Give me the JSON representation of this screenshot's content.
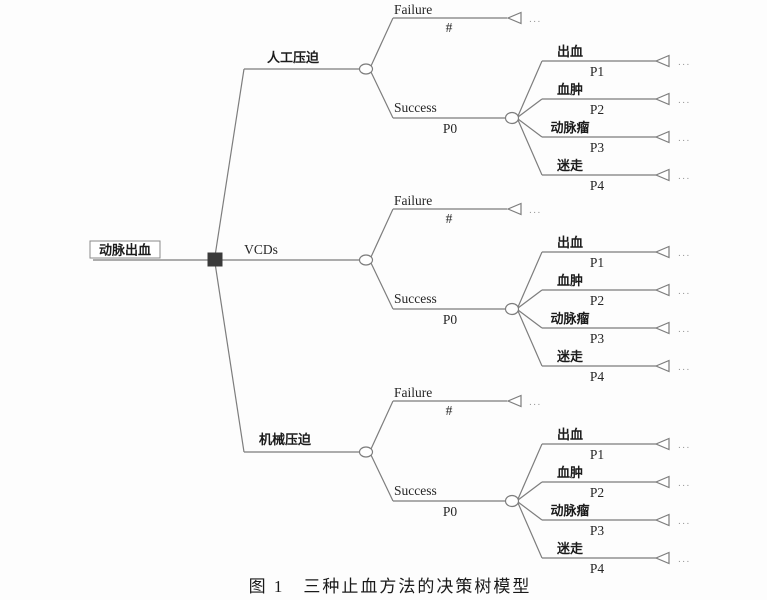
{
  "caption": "图 1　三种止血方法的决策树模型",
  "ellipsis": "...",
  "root": {
    "label": "动脉出血"
  },
  "branches": [
    {
      "label": "人工压迫",
      "failure": {
        "label": "Failure",
        "prob": "#"
      },
      "success": {
        "label": "Success",
        "prob": "P0"
      },
      "outcomes": [
        {
          "label": "出血",
          "prob": "P1"
        },
        {
          "label": "血肿",
          "prob": "P2"
        },
        {
          "label": "动脉瘤",
          "prob": "P3"
        },
        {
          "label": "迷走",
          "prob": "P4"
        }
      ]
    },
    {
      "label": "VCDs",
      "failure": {
        "label": "Failure",
        "prob": "#"
      },
      "success": {
        "label": "Success",
        "prob": "P0"
      },
      "outcomes": [
        {
          "label": "出血",
          "prob": "P1"
        },
        {
          "label": "血肿",
          "prob": "P2"
        },
        {
          "label": "动脉瘤",
          "prob": "P3"
        },
        {
          "label": "迷走",
          "prob": "P4"
        }
      ]
    },
    {
      "label": "机械压迫",
      "failure": {
        "label": "Failure",
        "prob": "#"
      },
      "success": {
        "label": "Success",
        "prob": "P0"
      },
      "outcomes": [
        {
          "label": "出血",
          "prob": "P1"
        },
        {
          "label": "血肿",
          "prob": "P2"
        },
        {
          "label": "动脉瘤",
          "prob": "P3"
        },
        {
          "label": "迷走",
          "prob": "P4"
        }
      ]
    }
  ]
}
